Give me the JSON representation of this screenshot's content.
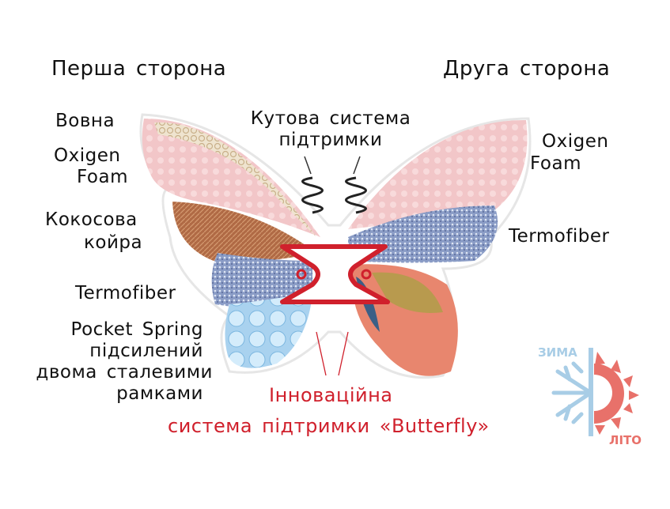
{
  "headers": {
    "left": "Перша сторона",
    "right": "Друга сторона"
  },
  "left_labels": {
    "wool": "Вовна",
    "foam_1": "Oxigen",
    "foam_2": "Foam",
    "coir_1": "Кокосова",
    "coir_2": "койра",
    "termofiber": "Termofiber",
    "spring_1": "Pocket Spring",
    "spring_2": "підсилений",
    "spring_3": "двома сталевими",
    "spring_4": "рамками"
  },
  "center_labels": {
    "corner_1": "Кутова система",
    "corner_2": "підтримки"
  },
  "right_labels": {
    "foam_1": "Oxigen",
    "foam_2": "Foam",
    "termofiber": "Termofiber"
  },
  "bottom": {
    "line_1": "Інноваційна",
    "line_2": "система підтримки «Butterfly»"
  },
  "logo": {
    "winter": "ЗИМА",
    "summer": "ЛІТО"
  },
  "colors": {
    "accent_red": "#d0202c",
    "winter_blue": "#a8cde6",
    "summer_red": "#e8716a"
  }
}
